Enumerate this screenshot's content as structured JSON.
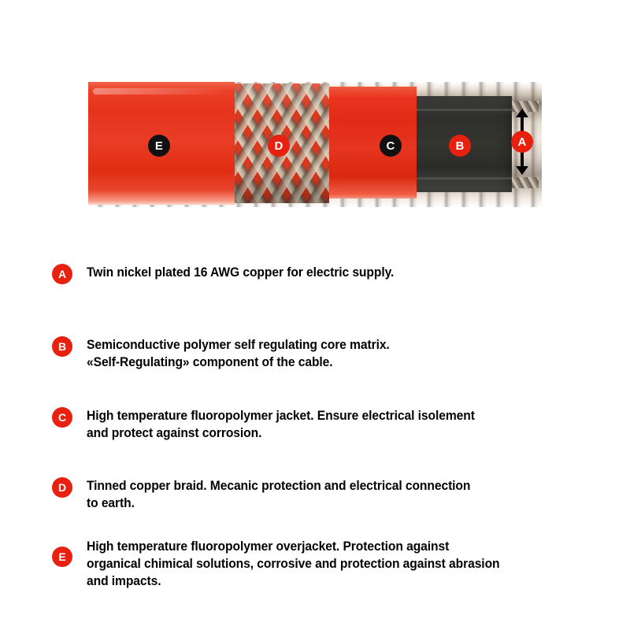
{
  "figure": {
    "name": "self-regulating-heating-cable-cutaway",
    "layers": [
      {
        "key": "E",
        "label": "E",
        "badge_style": "dark",
        "material": "fluoropolymer-overjacket",
        "color": "#e5331c"
      },
      {
        "key": "D",
        "label": "D",
        "badge_style": "red",
        "material": "tinned-copper-braid",
        "color": "#c8bba4"
      },
      {
        "key": "C",
        "label": "C",
        "badge_style": "dark",
        "material": "fluoropolymer-jacket",
        "color": "#e22b16"
      },
      {
        "key": "B",
        "label": "B",
        "badge_style": "red",
        "material": "semiconductive-core-matrix",
        "color": "#2e2e2c"
      },
      {
        "key": "A",
        "label": "A",
        "badge_style": "red",
        "material": "nickel-plated-copper-conductor",
        "color": "#cfc3b6"
      }
    ],
    "dimension_arrow": {
      "name": "conductor-spacing-arrow",
      "direction": "vertical-double"
    }
  },
  "legend": {
    "items": [
      {
        "badge": "A",
        "lines": [
          "Twin nickel plated 16 AWG copper for electric supply."
        ]
      },
      {
        "badge": "B",
        "lines": [
          "Semiconductive polymer self regulating core matrix.",
          "«Self-Regulating» component of the cable."
        ]
      },
      {
        "badge": "C",
        "lines": [
          "High temperature fluoropolymer jacket. Ensure electrical isolement",
          "and protect against corrosion."
        ]
      },
      {
        "badge": "D",
        "lines": [
          "Tinned copper braid. Mecanic protection and electrical connection",
          "to earth."
        ]
      },
      {
        "badge": "E",
        "lines": [
          "High temperature fluoropolymer overjacket. Protection against",
          "organical chimical solutions, corrosive and protection against abrasion",
          "and impacts."
        ]
      }
    ]
  },
  "colors": {
    "badge_red": "#e8200f",
    "badge_dark": "#111111",
    "text": "#040404",
    "background": "#ffffff"
  }
}
